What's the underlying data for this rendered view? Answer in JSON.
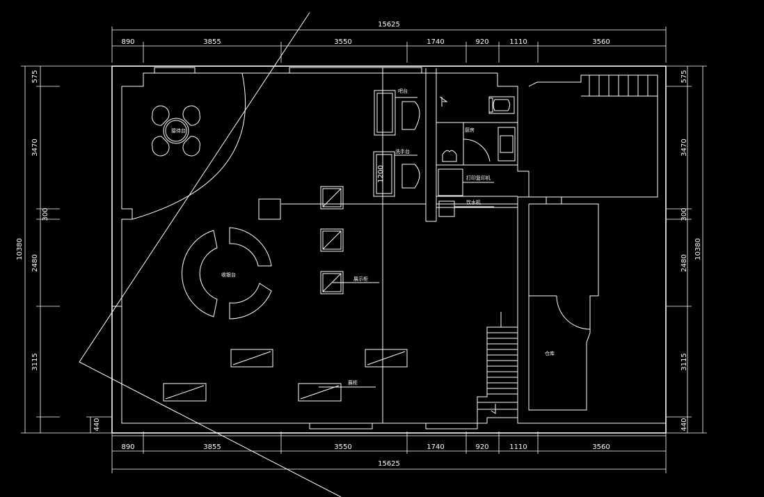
{
  "dimensions": {
    "total": "15625",
    "top_segments": [
      "890",
      "3855",
      "3550",
      "1740",
      "920",
      "1110",
      "3560"
    ],
    "left_total": "10380",
    "left_segments": [
      "575",
      "3470",
      "300",
      "2480",
      "3115",
      "440"
    ],
    "right_total": "10380",
    "right_segments": [
      "575",
      "3470",
      "300",
      "2480",
      "3115",
      "440"
    ]
  },
  "labels": {
    "bar_counter": "吧台",
    "sink_counter": "洗手台",
    "kitchen": "厨房",
    "service_desk": "接待台",
    "storage": "仓库",
    "cash_counter": "收银台",
    "printer": "打印复印机",
    "water_dispenser": "饮水机",
    "display_cabinet": "展示柜",
    "showcase": "展柜",
    "sink_width": "1200"
  },
  "colors": {
    "background": "#000000",
    "line": "#ffffff"
  }
}
